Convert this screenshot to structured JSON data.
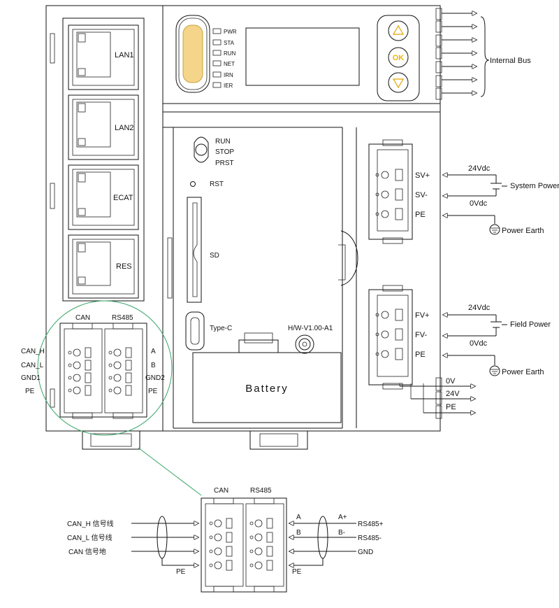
{
  "ports": {
    "lan1": "LAN1",
    "lan2": "LAN2",
    "ecat": "ECAT",
    "res": "RES"
  },
  "leds": [
    "PWR",
    "STA",
    "RUN",
    "NET",
    "IRN",
    "IER"
  ],
  "keypad": {
    "ok": "OK"
  },
  "internal_bus": "Internal Bus",
  "switch": {
    "run": "RUN",
    "stop": "STOP",
    "prst": "PRST"
  },
  "rst": "RST",
  "sd": "SD",
  "type_c": "Type-C",
  "hw_version": "H/W-V1.00-A1",
  "battery": "Battery",
  "system_power": {
    "sv_plus": "SV+",
    "sv_minus": "SV-",
    "pe": "PE",
    "v24": "24Vdc",
    "v0": "0Vdc",
    "label": "System Power",
    "earth": "Power Earth"
  },
  "field_power": {
    "fv_plus": "FV+",
    "fv_minus": "FV-",
    "pe": "PE",
    "v24": "24Vdc",
    "v0": "0Vdc",
    "label": "Field Power",
    "earth": "Power Earth"
  },
  "bus_out": {
    "v0": "0V",
    "v24": "24V",
    "pe": "PE"
  },
  "terminal": {
    "can": "CAN",
    "rs485": "RS485",
    "left": [
      "CAN_H",
      "CAN_L",
      "GND1",
      "PE"
    ],
    "right": [
      "A",
      "B",
      "GND2",
      "PE"
    ]
  },
  "detail": {
    "can": "CAN",
    "rs485": "RS485",
    "can_h": "CAN_H 信号线",
    "can_l": "CAN_L 信号线",
    "can_gnd": "CAN 信号地",
    "pe_left": "PE",
    "pe_right": "PE",
    "a": "A",
    "b": "B",
    "a_plus": "A+",
    "b_minus": "B-",
    "rs485_plus": "RS485+",
    "rs485_minus": "RS485-",
    "gnd": "GND"
  }
}
